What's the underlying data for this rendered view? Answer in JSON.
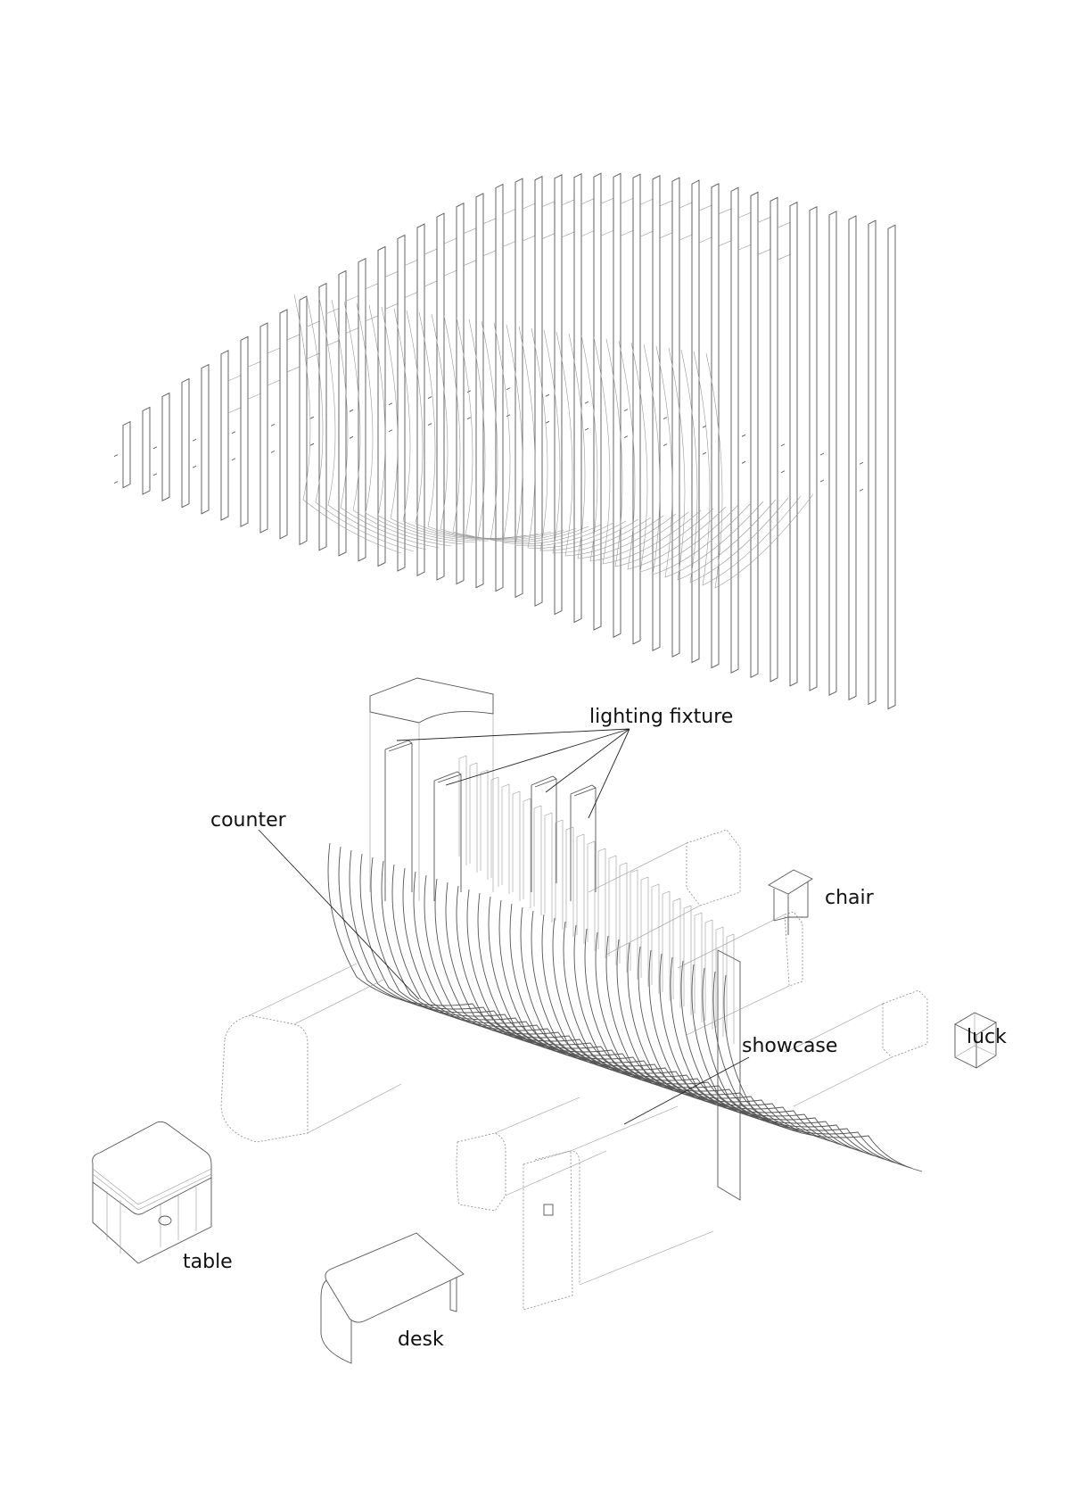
{
  "labels": {
    "lighting_fixture": "lighting fixture",
    "counter": "counter",
    "chair": "chair",
    "showcase": "showcase",
    "luck": "luck",
    "table": "table",
    "desk": "desk"
  },
  "colors": {
    "line": "#555555",
    "label": "#111111",
    "background": "#ffffff"
  }
}
